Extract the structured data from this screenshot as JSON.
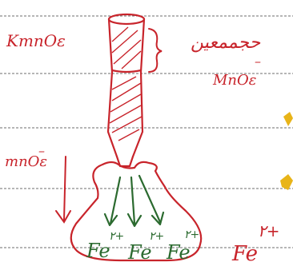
{
  "labels": {
    "reagent": "KmnOε",
    "burette_reading_ar": "حجممعين",
    "burette_reading_ion": "MnOε",
    "burette_reading_charge": "–",
    "drops": "mnOε",
    "drops_charge": "–",
    "iron_ion": "Fe",
    "iron_charge": "٢+",
    "flask_ions": [
      {
        "base": "Fe",
        "charge": "٢+"
      },
      {
        "base": "Fe",
        "charge": "٢+"
      },
      {
        "base": "Fe",
        "charge": "٢+"
      }
    ]
  },
  "colors": {
    "red_ink": "#c8242b",
    "green_ink": "#2b6a2f",
    "yellow_mark": "#e8b418",
    "rule_line": "#3c3c3c"
  }
}
